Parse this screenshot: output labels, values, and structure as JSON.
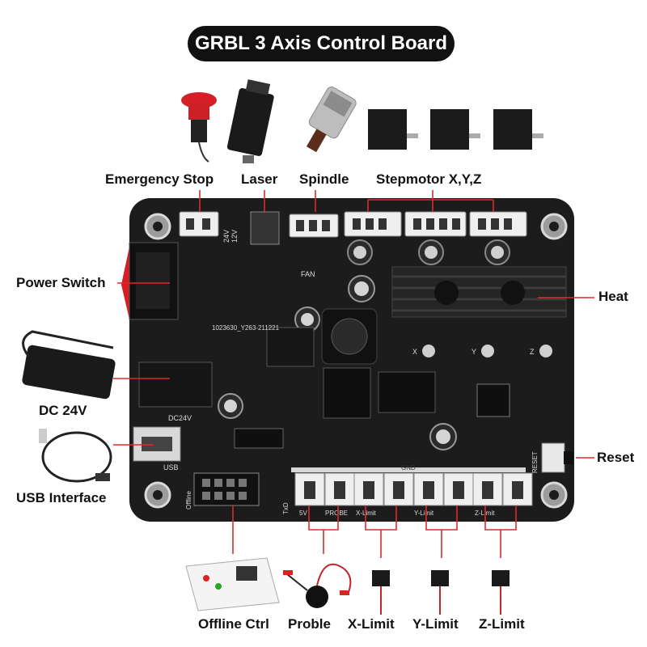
{
  "title": "GRBL 3 Axis Control Board",
  "labels": {
    "emergency_stop": "Emergency Stop",
    "laser": "Laser",
    "spindle": "Spindle",
    "stepmotor": "Stepmotor X,Y,Z",
    "power_switch": "Power Switch",
    "heat": "Heat",
    "dc_24v": "DC 24V",
    "usb_interface": "USB Interface",
    "reset": "Reset",
    "offline_ctrl": "Offline Ctrl",
    "proble": "Proble",
    "x_limit": "X-Limit",
    "y_limit": "Y-Limit",
    "z_limit": "Z-Limit"
  },
  "board_text": {
    "pcb_id": "1023630_Y263-211221",
    "fan": "FAN",
    "dc24v": "DC24V",
    "usb": "USB",
    "reset": "RESET",
    "offline": "Offline",
    "gnd": "GND",
    "v5": "5V",
    "probe": "PROBE",
    "x_limit": "X-Limit",
    "y_limit": "Y-Limit",
    "z_limit": "Z-Limit",
    "txd": "TxD",
    "axis_x": "X",
    "axis_y": "Y",
    "axis_z": "Z",
    "v24": "24V",
    "v12": "12V"
  },
  "colors": {
    "board": "#1c1c1c",
    "callout_line": "#e0282d",
    "power_switch": "#d81e25",
    "emergency_button": "#d41f27",
    "connector": "#f2f2f2"
  }
}
